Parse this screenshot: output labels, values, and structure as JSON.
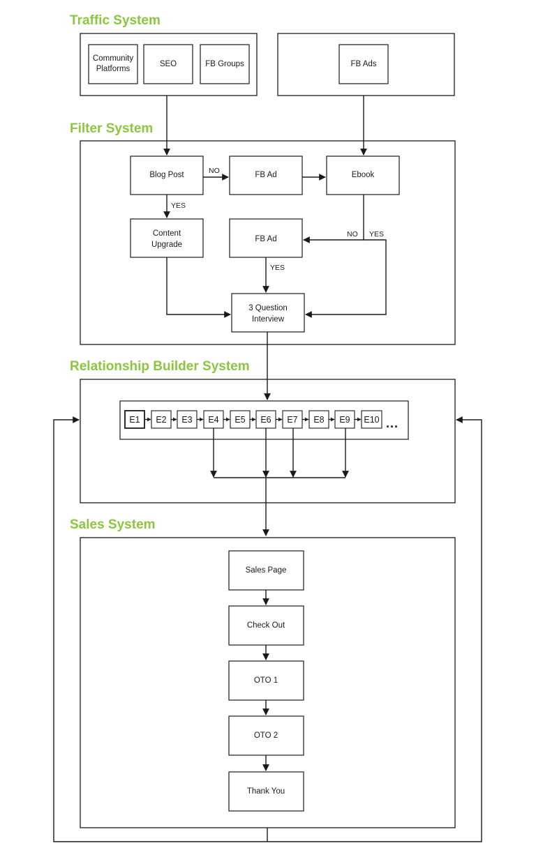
{
  "sections": {
    "traffic": "Traffic System",
    "filter": "Filter System",
    "relationship": "Relationship Builder System",
    "sales": "Sales System"
  },
  "traffic": {
    "community": [
      "Community",
      "Platforms"
    ],
    "seo": "SEO",
    "fb_groups": "FB Groups",
    "fb_ads": "FB Ads"
  },
  "filter": {
    "blog_post": "Blog Post",
    "fb_ad_top": "FB Ad",
    "ebook": "Ebook",
    "content_upgrade": [
      "Content",
      "Upgrade"
    ],
    "fb_ad_mid": "FB Ad",
    "interview": [
      "3 Question",
      "Interview"
    ]
  },
  "edge_labels": {
    "no_blog": "NO",
    "yes_blog": "YES",
    "no_ebook": "NO",
    "yes_ebook": "YES",
    "yes_fbad": "YES"
  },
  "emails": [
    "E1",
    "E2",
    "E3",
    "E4",
    "E5",
    "E6",
    "E7",
    "E8",
    "E9",
    "E10"
  ],
  "emails_more": "...",
  "sales": [
    "Sales Page",
    "Check Out",
    "OTO 1",
    "OTO 2",
    "Thank You"
  ],
  "colors": {
    "heading": "#8cc63f",
    "line": "#1a1a1a"
  }
}
